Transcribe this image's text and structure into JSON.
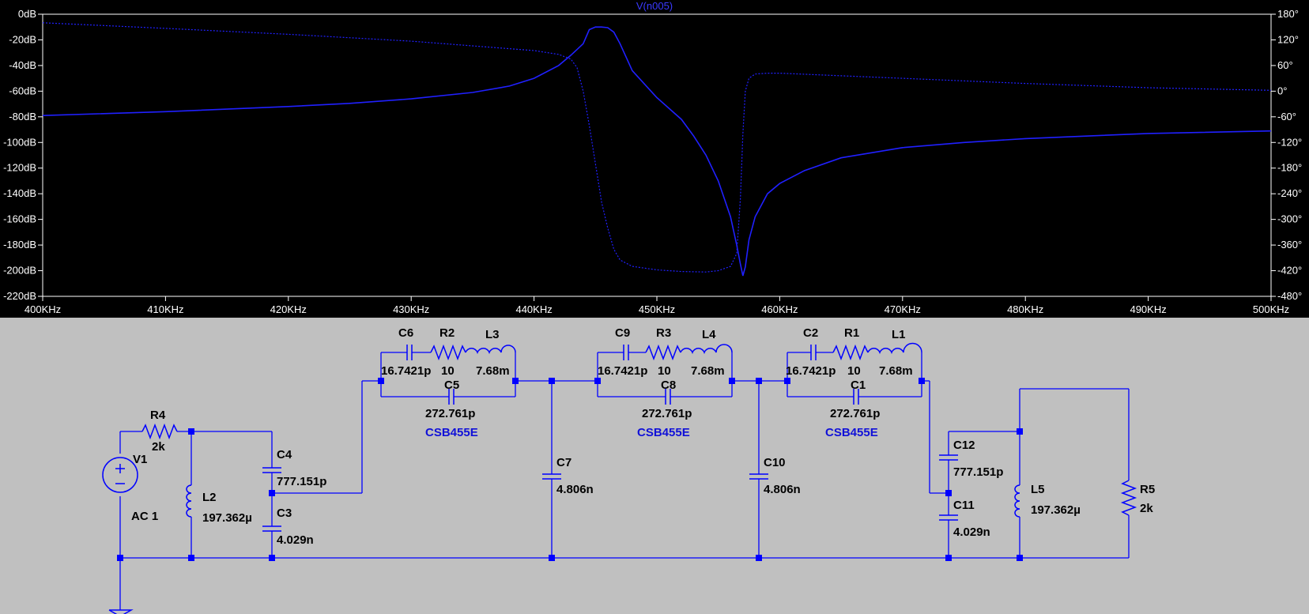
{
  "plot": {
    "trace_name": "V(n005)",
    "colors": {
      "background": "#000000",
      "grid": "#ffffff",
      "trace": "#2020ff",
      "trace_title": "#3a3aff"
    }
  },
  "chart_data": {
    "type": "line",
    "title": "V(n005)",
    "x_ticks": [
      "400KHz",
      "410KHz",
      "420KHz",
      "430KHz",
      "440KHz",
      "450KHz",
      "460KHz",
      "470KHz",
      "480KHz",
      "490KHz",
      "500KHz"
    ],
    "y_left_ticks": [
      "0dB",
      "-20dB",
      "-40dB",
      "-60dB",
      "-80dB",
      "-100dB",
      "-120dB",
      "-140dB",
      "-160dB",
      "-180dB",
      "-200dB",
      "-220dB"
    ],
    "y_right_ticks": [
      "180°",
      "120°",
      "60°",
      "0°",
      "-60°",
      "-120°",
      "-180°",
      "-240°",
      "-300°",
      "-360°",
      "-420°",
      "-480°"
    ],
    "xlim": [
      400,
      500
    ],
    "ylim_left": [
      -220,
      0
    ],
    "ylim_right": [
      -480,
      180
    ],
    "series": [
      {
        "style": "solid",
        "axis": "left",
        "x": [
          400,
          410,
          420,
          425,
          430,
          435,
          438,
          440,
          442,
          443,
          444,
          444.5,
          445,
          445.5,
          446,
          446.5,
          447,
          448,
          450,
          452,
          453,
          454,
          455,
          456,
          456.5,
          456.8,
          457,
          457.2,
          457.5,
          458,
          459,
          460,
          462,
          465,
          470,
          475,
          480,
          490,
          500
        ],
        "y": [
          -79,
          -76,
          -72,
          -69.5,
          -66,
          -61,
          -56,
          -50,
          -40,
          -32,
          -23,
          -12,
          -10,
          -10,
          -10.5,
          -14,
          -23,
          -44,
          -65,
          -82,
          -95,
          -110,
          -130,
          -158,
          -180,
          -195,
          -204,
          -197,
          -176,
          -158,
          -140,
          -132,
          -122,
          -112,
          -104,
          -100,
          -97,
          -93,
          -91
        ]
      },
      {
        "style": "dotted",
        "axis": "right",
        "x": [
          400,
          410,
          420,
          430,
          440,
          442,
          443,
          443.5,
          444,
          444.5,
          445,
          445.5,
          446,
          446.5,
          447,
          448,
          450,
          452,
          454,
          455,
          456,
          456.5,
          456.8,
          457,
          457.2,
          457.5,
          458,
          459,
          460,
          465,
          470,
          480,
          490,
          500
        ],
        "y": [
          160,
          147,
          133,
          117,
          95,
          86,
          75,
          55,
          0,
          -80,
          -170,
          -260,
          -320,
          -370,
          -395,
          -410,
          -418,
          -422,
          -423,
          -420,
          -410,
          -380,
          -250,
          -100,
          0,
          30,
          40,
          42,
          42,
          36,
          30,
          18,
          8,
          2
        ]
      }
    ],
    "grid": false
  },
  "schematic": {
    "components": {
      "v1": {
        "name": "V1",
        "value": "AC 1"
      },
      "r4": {
        "name": "R4",
        "value": "2k"
      },
      "l2": {
        "name": "L2",
        "value": "197.362µ"
      },
      "c4": {
        "name": "C4",
        "value": "777.151p"
      },
      "c3": {
        "name": "C3",
        "value": "4.029n"
      },
      "c6": {
        "name": "C6",
        "value": "16.7421p"
      },
      "r2": {
        "name": "R2",
        "value": "10"
      },
      "l3": {
        "name": "L3",
        "value": "7.68m"
      },
      "c5": {
        "name": "C5",
        "value": "272.761p"
      },
      "x1": {
        "name": "CSB455E"
      },
      "c7": {
        "name": "C7",
        "value": "4.806n"
      },
      "c9": {
        "name": "C9",
        "value": "16.7421p"
      },
      "r3": {
        "name": "R3",
        "value": "10"
      },
      "l4": {
        "name": "L4",
        "value": "7.68m"
      },
      "c8": {
        "name": "C8",
        "value": "272.761p"
      },
      "x2": {
        "name": "CSB455E"
      },
      "c10": {
        "name": "C10",
        "value": "4.806n"
      },
      "c2": {
        "name": "C2",
        "value": "16.7421p"
      },
      "r1": {
        "name": "R1",
        "value": "10"
      },
      "l1": {
        "name": "L1",
        "value": "7.68m"
      },
      "c1": {
        "name": "C1",
        "value": "272.761p"
      },
      "x3": {
        "name": "CSB455E"
      },
      "c12": {
        "name": "C12",
        "value": "777.151p"
      },
      "c11": {
        "name": "C11",
        "value": "4.029n"
      },
      "l5": {
        "name": "L5",
        "value": "197.362µ"
      },
      "r5": {
        "name": "R5",
        "value": "2k"
      }
    }
  }
}
